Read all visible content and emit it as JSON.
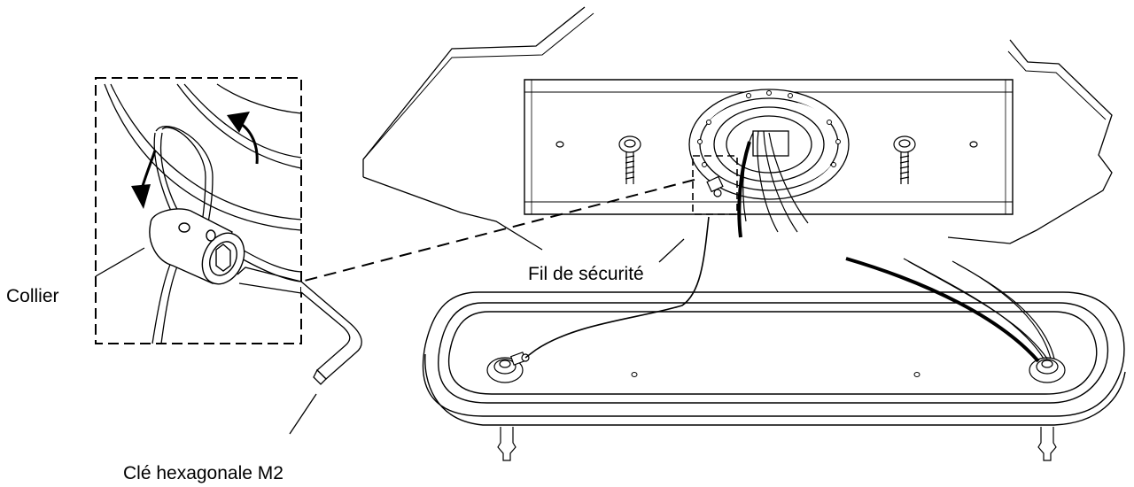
{
  "callouts": {
    "collar": "Collier",
    "safety_wire": "Fil de sécurité",
    "hex_key": "Clé hexagonale M2"
  }
}
